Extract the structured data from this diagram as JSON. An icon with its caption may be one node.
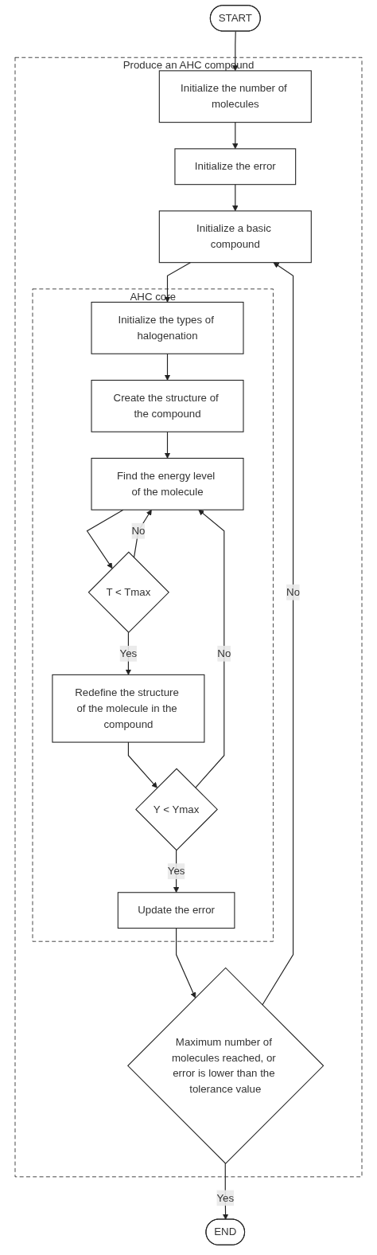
{
  "diagram": {
    "nodes": [
      {
        "text": [
          "START"
        ]
      },
      {
        "text": [
          "Produce an AHC compound"
        ]
      },
      {
        "text": [
          "Initialize the number of molecules"
        ],
        "in": 1
      },
      {
        "text": [
          "Initialize the error"
        ],
        "in": 1
      },
      {
        "text": [
          "Initialize a basic compound"
        ],
        "in": 1
      },
      {
        "text": [
          "AHC core"
        ],
        "in": 1
      },
      {
        "text": [
          "Initialize the types of halogenation"
        ],
        "in": 5
      },
      {
        "text": [
          "Create the structure of the compound"
        ],
        "in": 5
      },
      {
        "text": [
          "Find the energy level of the molecule"
        ],
        "in": 5
      },
      {
        "text": [
          "T < Tmax"
        ],
        "in": 5
      },
      {
        "text": [
          "Redefine the structure of the molecule in the compound"
        ],
        "in": 5
      },
      {
        "text": [
          "Y < Ymax"
        ],
        "in": 5
      },
      {
        "text": [
          "Update the error"
        ],
        "in": 5
      },
      {
        "text": [
          "Maximum number of molecules reached, or error is lower than the tolerance value"
        ],
        "in": 1
      },
      {
        "text": [
          "END"
        ]
      }
    ],
    "edges": [
      {
        "from": 0,
        "to": 2,
        "arrow": "to"
      },
      {
        "from": 2,
        "to": 3,
        "arrow": "to"
      },
      {
        "from": 3,
        "to": 4,
        "arrow": "to"
      },
      {
        "from": 4,
        "to": 6,
        "arrow": "to"
      },
      {
        "from": 6,
        "to": 7,
        "arrow": "to"
      },
      {
        "from": 7,
        "to": 8,
        "arrow": "to"
      },
      {
        "from": 8,
        "to": 9,
        "arrow": "to"
      },
      {
        "from": 9,
        "to": 8,
        "label": "No",
        "arrow": "to"
      },
      {
        "from": 9,
        "to": 10,
        "label": "Yes",
        "arrow": "to"
      },
      {
        "from": 10,
        "to": 11,
        "arrow": "to"
      },
      {
        "from": 11,
        "to": 8,
        "label": "No",
        "arrow": "to"
      },
      {
        "from": 11,
        "to": 12,
        "label": "Yes",
        "arrow": "to"
      },
      {
        "from": 12,
        "to": 13,
        "arrow": "to"
      },
      {
        "from": 13,
        "to": 4,
        "label": "No",
        "arrow": "to"
      },
      {
        "from": 13,
        "to": 14,
        "label": "Yes",
        "arrow": "to"
      }
    ]
  }
}
